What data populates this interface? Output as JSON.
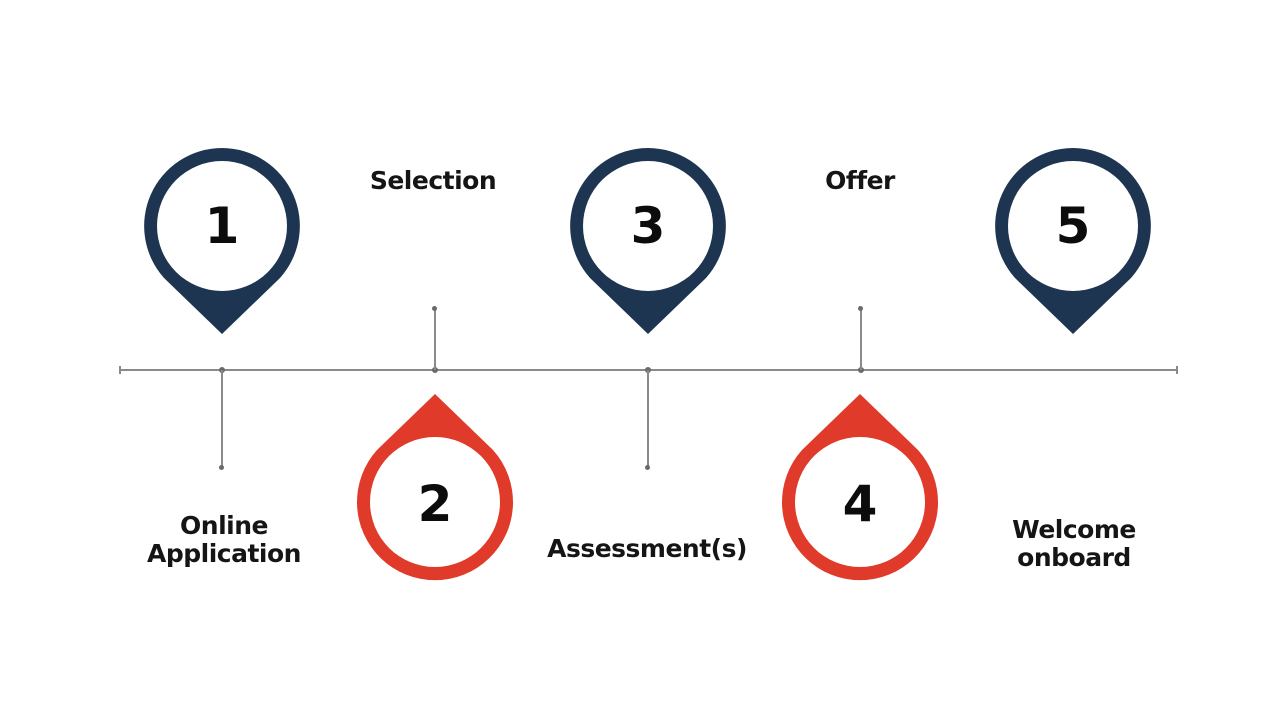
{
  "diagram": {
    "type": "timeline",
    "colors": {
      "dark_pin": "#1e3552",
      "red_pin": "#e03a2a",
      "axis": "#8a8a8a",
      "text": "#151515"
    },
    "steps": [
      {
        "number": "1",
        "label_line1": "Online",
        "label_line2": "Application",
        "position": "above",
        "color": "#1e3552"
      },
      {
        "number": "2",
        "label_line1": "Selection",
        "label_line2": "",
        "position": "below",
        "color": "#e03a2a"
      },
      {
        "number": "3",
        "label_line1": "Assessment(s)",
        "label_line2": "",
        "position": "above",
        "color": "#1e3552"
      },
      {
        "number": "4",
        "label_line1": "Offer",
        "label_line2": "",
        "position": "below",
        "color": "#e03a2a"
      },
      {
        "number": "5",
        "label_line1": "Welcome",
        "label_line2": "onboard",
        "position": "above",
        "color": "#1e3552"
      }
    ]
  }
}
